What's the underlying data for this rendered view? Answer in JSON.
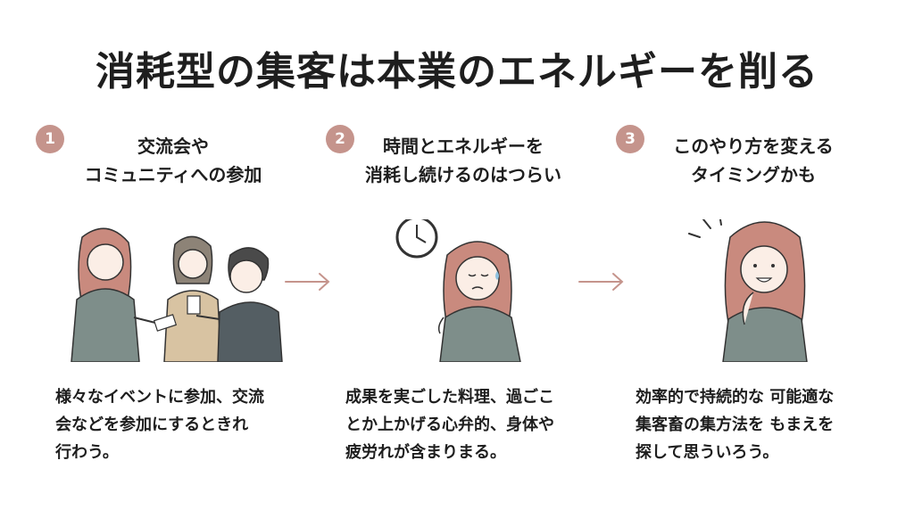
{
  "title": "消耗型の集客は本業のエネルギーを削る",
  "colors": {
    "accent": "#c5948c",
    "hair": "#c98a7e",
    "suit": "#7e8e8a",
    "text": "#1e1e1e"
  },
  "steps": [
    {
      "number": "1",
      "heading_line1": "交流会や",
      "heading_line2": "コミュニティへの参加",
      "body_line1": "様々なイベントに参加、交流",
      "body_line2": "会などを参加にするときれ",
      "body_line3": "行わう。"
    },
    {
      "number": "2",
      "heading_line1": "時間とエネルギーを",
      "heading_line2": "消耗し続けるのはつらい",
      "body_line1": "成果を実ごした料理、過ごこ",
      "body_line2": "とか上かげる心弁的、身体や",
      "body_line3": "疲労れが含まりまる。"
    },
    {
      "number": "3",
      "heading_line1": "このやり方を変える",
      "heading_line2": "タイミングかも",
      "body_line1": "効率的で持続的な 可能適な",
      "body_line2": "集客畜の集方法を もまえを",
      "body_line3": "探して思ういろう。"
    }
  ]
}
